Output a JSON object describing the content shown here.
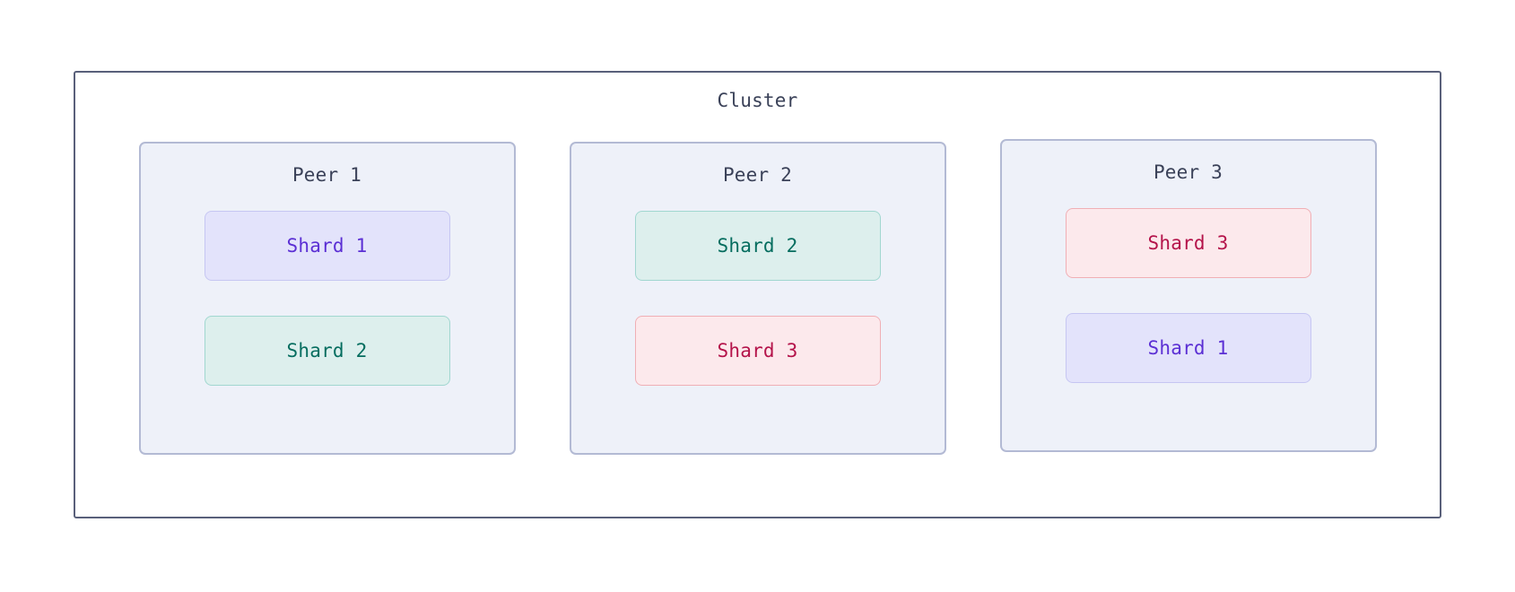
{
  "diagram": {
    "type": "nested-boxes",
    "cluster": {
      "label": "Cluster",
      "border_color": "#59607a",
      "background": "#ffffff"
    },
    "peer_background": "#eef1f9",
    "peer_border": "#b3bad4",
    "shard_styles": {
      "Shard 1": {
        "fill": "#e3e3fb",
        "border": "#c6c6f2",
        "text": "#5b2fd4"
      },
      "Shard 2": {
        "fill": "#ddefed",
        "border": "#a1d7d0",
        "text": "#056d5f"
      },
      "Shard 3": {
        "fill": "#fce9ec",
        "border": "#f0afb5",
        "text": "#b4134a"
      }
    },
    "peers": [
      {
        "label": "Peer 1",
        "shards": [
          {
            "label": "Shard 1",
            "variant": "purple"
          },
          {
            "label": "Shard 2",
            "variant": "teal"
          }
        ]
      },
      {
        "label": "Peer 2",
        "shards": [
          {
            "label": "Shard 2",
            "variant": "teal"
          },
          {
            "label": "Shard 3",
            "variant": "crimson"
          }
        ]
      },
      {
        "label": "Peer 3",
        "shards": [
          {
            "label": "Shard 3",
            "variant": "crimson"
          },
          {
            "label": "Shard 1",
            "variant": "purple"
          }
        ]
      }
    ]
  }
}
